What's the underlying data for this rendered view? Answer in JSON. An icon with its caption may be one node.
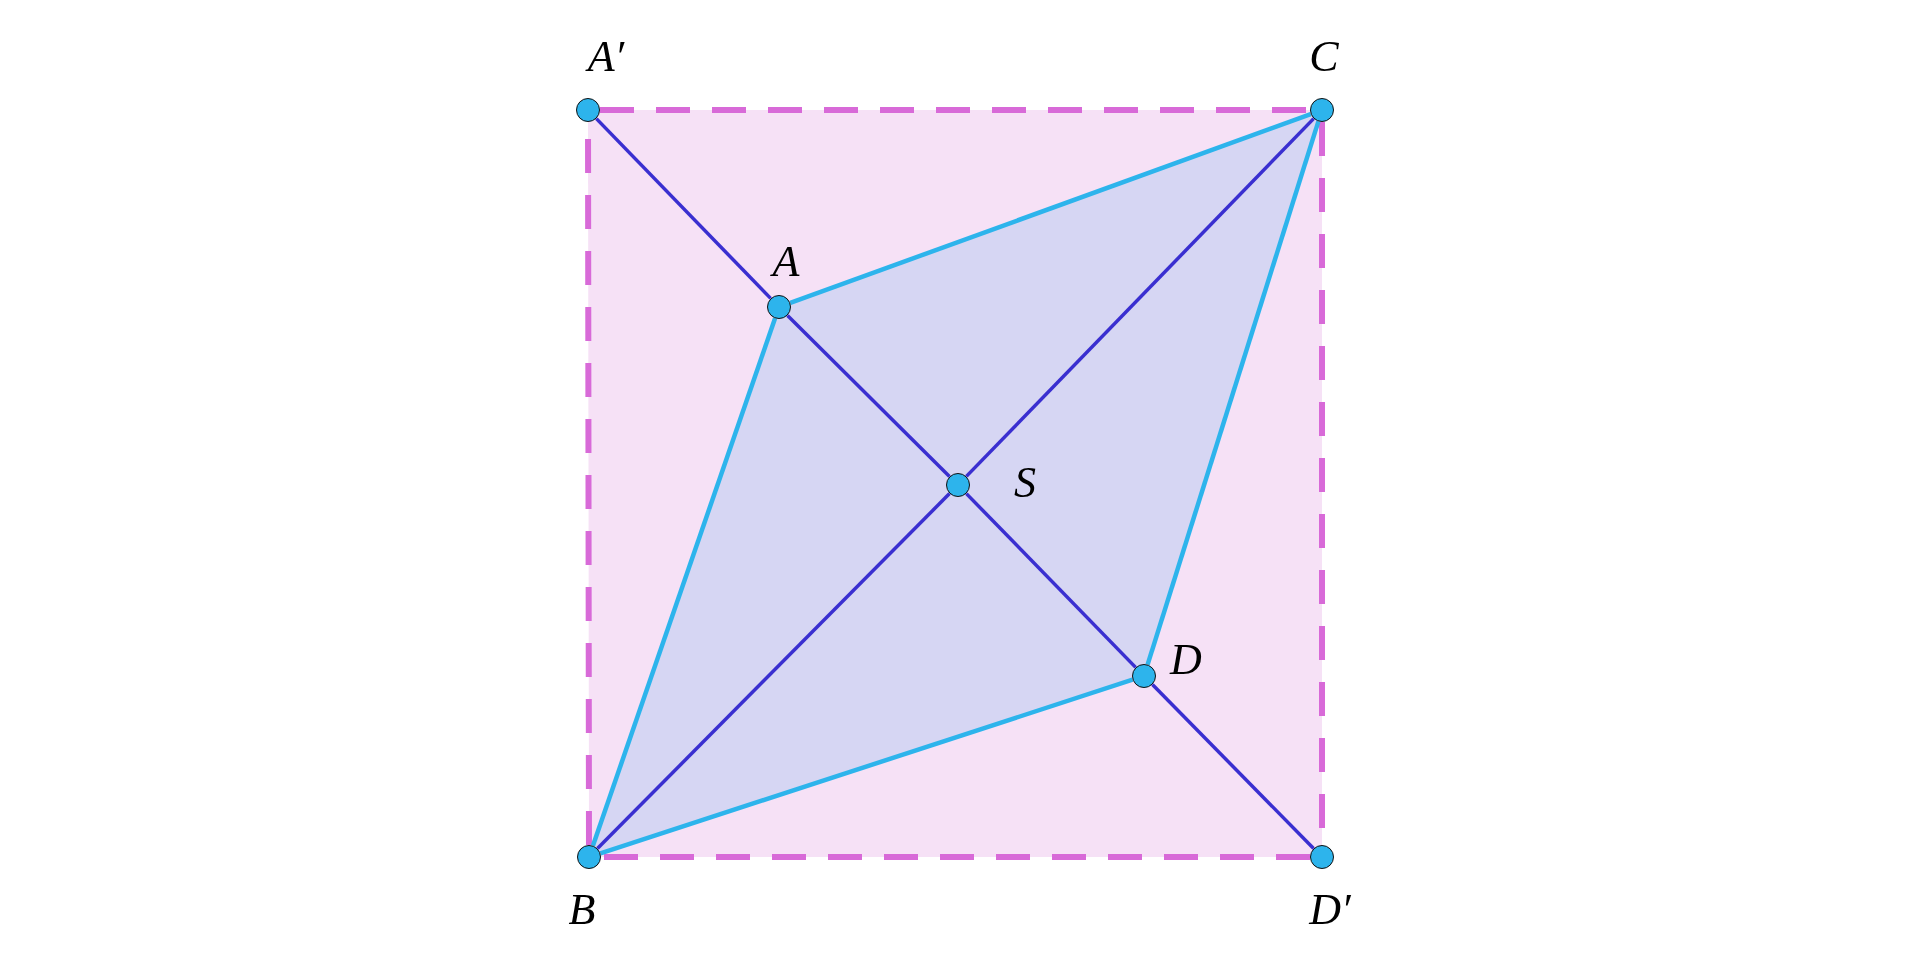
{
  "diagram": {
    "nodes": [
      {
        "text": [
          "A′"
        ]
      },
      {
        "text": [
          "C"
        ]
      },
      {
        "text": [
          "A"
        ]
      },
      {
        "text": [
          "S"
        ]
      },
      {
        "text": [
          "D"
        ]
      },
      {
        "text": [
          "B"
        ]
      },
      {
        "text": [
          "D′"
        ]
      }
    ],
    "edges": [
      {
        "from": 0,
        "to": 2,
        "arrow": "none"
      },
      {
        "from": 2,
        "to": 3,
        "arrow": "none"
      },
      {
        "from": 3,
        "to": 4,
        "arrow": "none"
      },
      {
        "from": 4,
        "to": 6,
        "arrow": "none"
      },
      {
        "from": 5,
        "to": 3,
        "arrow": "none"
      },
      {
        "from": 3,
        "to": 1,
        "arrow": "none"
      },
      {
        "from": 2,
        "to": 1,
        "arrow": "none",
        "color": "#2db4ec"
      },
      {
        "from": 1,
        "to": 4,
        "arrow": "none",
        "color": "#2db4ec"
      },
      {
        "from": 4,
        "to": 5,
        "arrow": "none",
        "color": "#2db4ec"
      },
      {
        "from": 5,
        "to": 2,
        "arrow": "none",
        "color": "#2db4ec"
      },
      {
        "from": 0,
        "to": 1,
        "arrow": "none",
        "style": "dashed",
        "color": "#d86ad8"
      },
      {
        "from": 1,
        "to": 6,
        "arrow": "none",
        "style": "dashed",
        "color": "#d86ad8"
      },
      {
        "from": 6,
        "to": 5,
        "arrow": "none",
        "style": "dashed",
        "color": "#d86ad8"
      },
      {
        "from": 5,
        "to": 0,
        "arrow": "none",
        "style": "dashed",
        "color": "#d86ad8"
      }
    ]
  }
}
